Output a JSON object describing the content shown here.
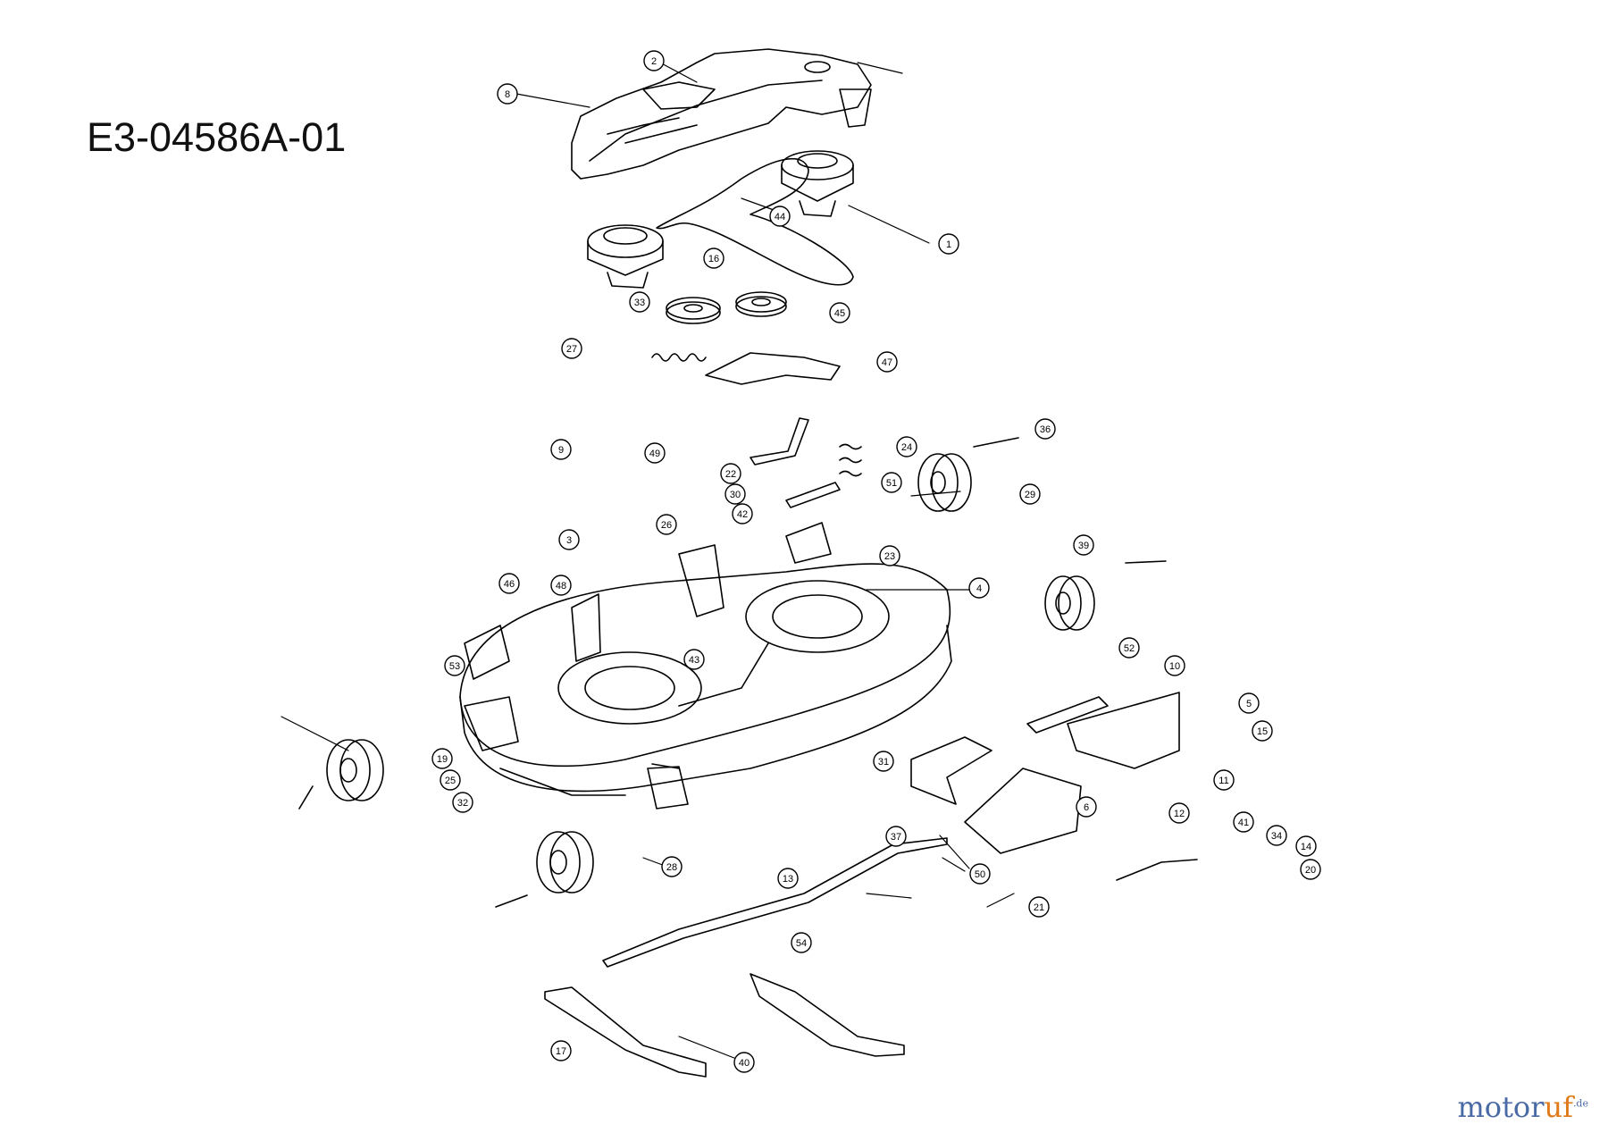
{
  "diagram_title": "E3-04586A-01",
  "brand": {
    "name_primary": "motor",
    "name_accent": "uf",
    "tld": ".de"
  },
  "callouts": [
    "1",
    "2",
    "3",
    "4",
    "5",
    "6",
    "8",
    "9",
    "10",
    "11",
    "12",
    "13",
    "14",
    "15",
    "16",
    "17",
    "19",
    "20",
    "21",
    "22",
    "23",
    "24",
    "25",
    "26",
    "27",
    "28",
    "29",
    "30",
    "31",
    "32",
    "33",
    "34",
    "36",
    "37",
    "39",
    "40",
    "41",
    "42",
    "43",
    "44",
    "45",
    "46",
    "47",
    "48",
    "49",
    "50",
    "51",
    "52",
    "53",
    "54"
  ],
  "colors": {
    "line": "#000000",
    "logo_blue": "#4a6aa6",
    "logo_orange": "#e07a18"
  }
}
